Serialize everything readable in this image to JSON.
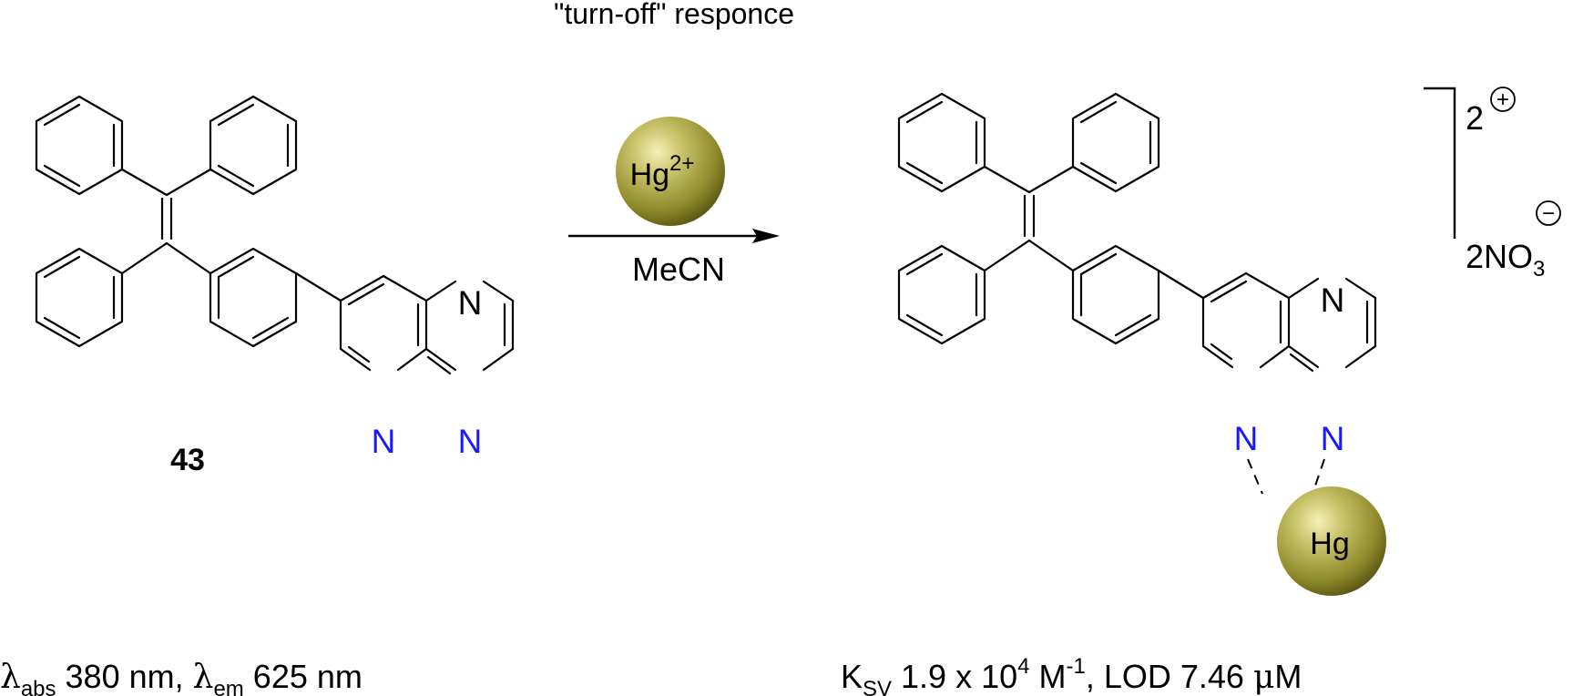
{
  "header": {
    "response_label": "\"turn-off\" responce"
  },
  "reactant": {
    "compound_number": "43",
    "atoms": {
      "n1": "N",
      "n2": "N",
      "n3": "N"
    },
    "photophysics": {
      "lambda_symbol": "λ",
      "abs_sub": "abs",
      "abs_value": " 380 nm, ",
      "em_sub": "em",
      "em_value": " 625 nm"
    }
  },
  "reagent": {
    "ion_text": "Hg",
    "ion_charge": "2+",
    "solvent": "MeCN",
    "sphere_color": "#8b8a2a"
  },
  "product": {
    "atoms": {
      "n1": "N",
      "n2": "N",
      "n3": "N"
    },
    "metal_label": "Hg",
    "charge_number": "2",
    "plus_symbol": "+",
    "counterion_prefix": "2NO",
    "counterion_sub": "3",
    "minus_symbol": "−",
    "metrics": {
      "ksv_symbol": "K",
      "ksv_sub": "SV",
      "ksv_value": " 1.9 x 10",
      "ksv_exp": "4",
      "ksv_unit": " M",
      "ksv_unit_exp": "-1",
      "lod_label": ", LOD  7.46 ",
      "mu_symbol": "μ",
      "lod_unit": "M"
    }
  },
  "colors": {
    "nitrogen": "#1a1aff",
    "bond": "#000000",
    "background": "#ffffff"
  }
}
